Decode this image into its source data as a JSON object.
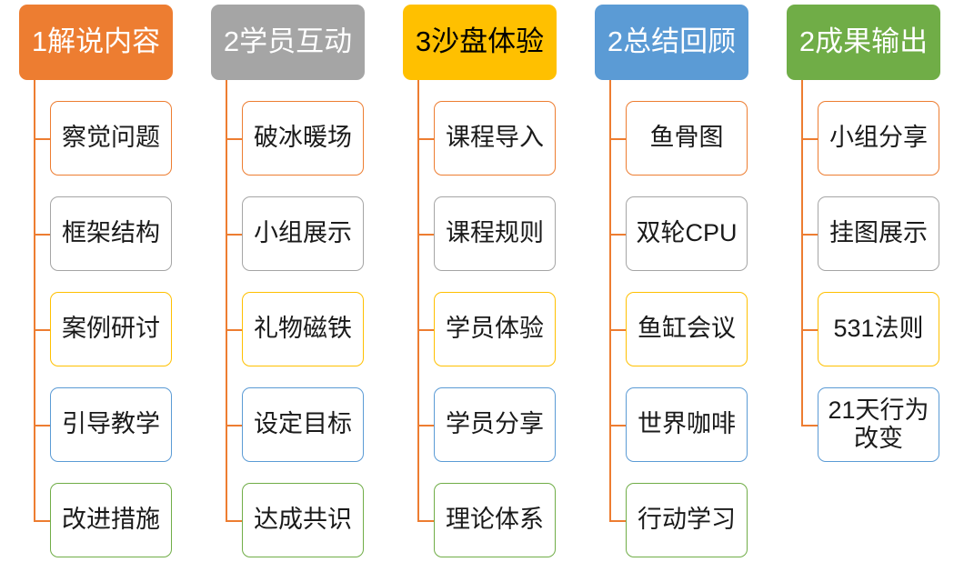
{
  "diagram": {
    "type": "horizontal-multi-level-hierarchy",
    "title": "",
    "background_color": "#FFFFFF",
    "connector_color": "#ED7D31",
    "child_border_palette": [
      "#ED7D31",
      "#A5A5A5",
      "#FFC000",
      "#5B9BD5",
      "#70AD47"
    ],
    "columns": [
      {
        "header": {
          "label": "1解说内容",
          "fill": "#ED7D31",
          "text_color": "#FFFFFF"
        },
        "children": [
          {
            "label": "察觉问题",
            "border": "#ED7D31"
          },
          {
            "label": "框架结构",
            "border": "#A5A5A5"
          },
          {
            "label": "案例研讨",
            "border": "#FFC000"
          },
          {
            "label": "引导教学",
            "border": "#5B9BD5"
          },
          {
            "label": "改进措施",
            "border": "#70AD47"
          }
        ]
      },
      {
        "header": {
          "label": "2学员互动",
          "fill": "#A5A5A5",
          "text_color": "#FFFFFF"
        },
        "children": [
          {
            "label": "破冰暖场",
            "border": "#ED7D31"
          },
          {
            "label": "小组展示",
            "border": "#A5A5A5"
          },
          {
            "label": "礼物磁铁",
            "border": "#FFC000"
          },
          {
            "label": "设定目标",
            "border": "#5B9BD5"
          },
          {
            "label": "达成共识",
            "border": "#70AD47"
          }
        ]
      },
      {
        "header": {
          "label": "3沙盘体验",
          "fill": "#FFC000",
          "text_color": "#000000"
        },
        "children": [
          {
            "label": "课程导入",
            "border": "#ED7D31"
          },
          {
            "label": "课程规则",
            "border": "#A5A5A5"
          },
          {
            "label": "学员体验",
            "border": "#FFC000"
          },
          {
            "label": "学员分享",
            "border": "#5B9BD5"
          },
          {
            "label": "理论体系",
            "border": "#70AD47"
          }
        ]
      },
      {
        "header": {
          "label": "2总结回顾",
          "fill": "#5B9BD5",
          "text_color": "#FFFFFF"
        },
        "children": [
          {
            "label": "鱼骨图",
            "border": "#ED7D31"
          },
          {
            "label": "双轮CPU",
            "border": "#A5A5A5"
          },
          {
            "label": "鱼缸会议",
            "border": "#FFC000"
          },
          {
            "label": "世界咖啡",
            "border": "#5B9BD5"
          },
          {
            "label": "行动学习",
            "border": "#70AD47"
          }
        ]
      },
      {
        "header": {
          "label": "2成果输出",
          "fill": "#70AD47",
          "text_color": "#FFFFFF"
        },
        "children": [
          {
            "label": "小组分享",
            "border": "#ED7D31"
          },
          {
            "label": "挂图展示",
            "border": "#A5A5A5"
          },
          {
            "label": "531法则",
            "border": "#FFC000"
          },
          {
            "label": "21天行为\n改变",
            "border": "#5B9BD5"
          }
        ]
      }
    ]
  }
}
